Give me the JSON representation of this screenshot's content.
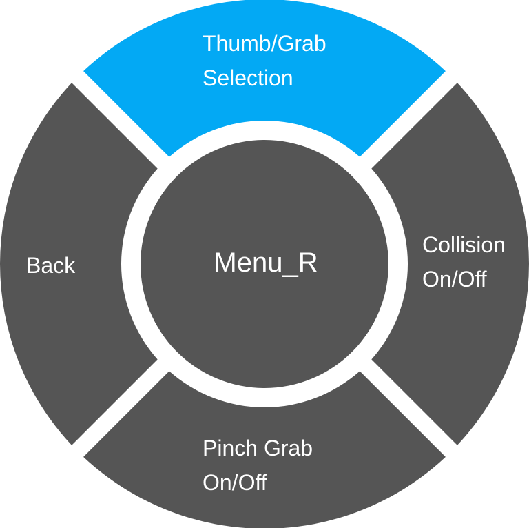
{
  "menu": {
    "center_label": "Menu_R",
    "segments": {
      "top": {
        "lines": [
          "Thumb/Grab",
          "Selection"
        ],
        "highlighted": true
      },
      "right": {
        "lines": [
          "Collision",
          "On/Off"
        ],
        "highlighted": false
      },
      "bottom": {
        "lines": [
          "Pinch Grab",
          "On/Off"
        ],
        "highlighted": false
      },
      "left": {
        "lines": [
          "Back"
        ],
        "highlighted": false
      }
    }
  },
  "colors": {
    "segment": "#555555",
    "highlight": "#03a9f4",
    "center": "#555555",
    "gap": "#ffffff",
    "text": "#ffffff"
  }
}
